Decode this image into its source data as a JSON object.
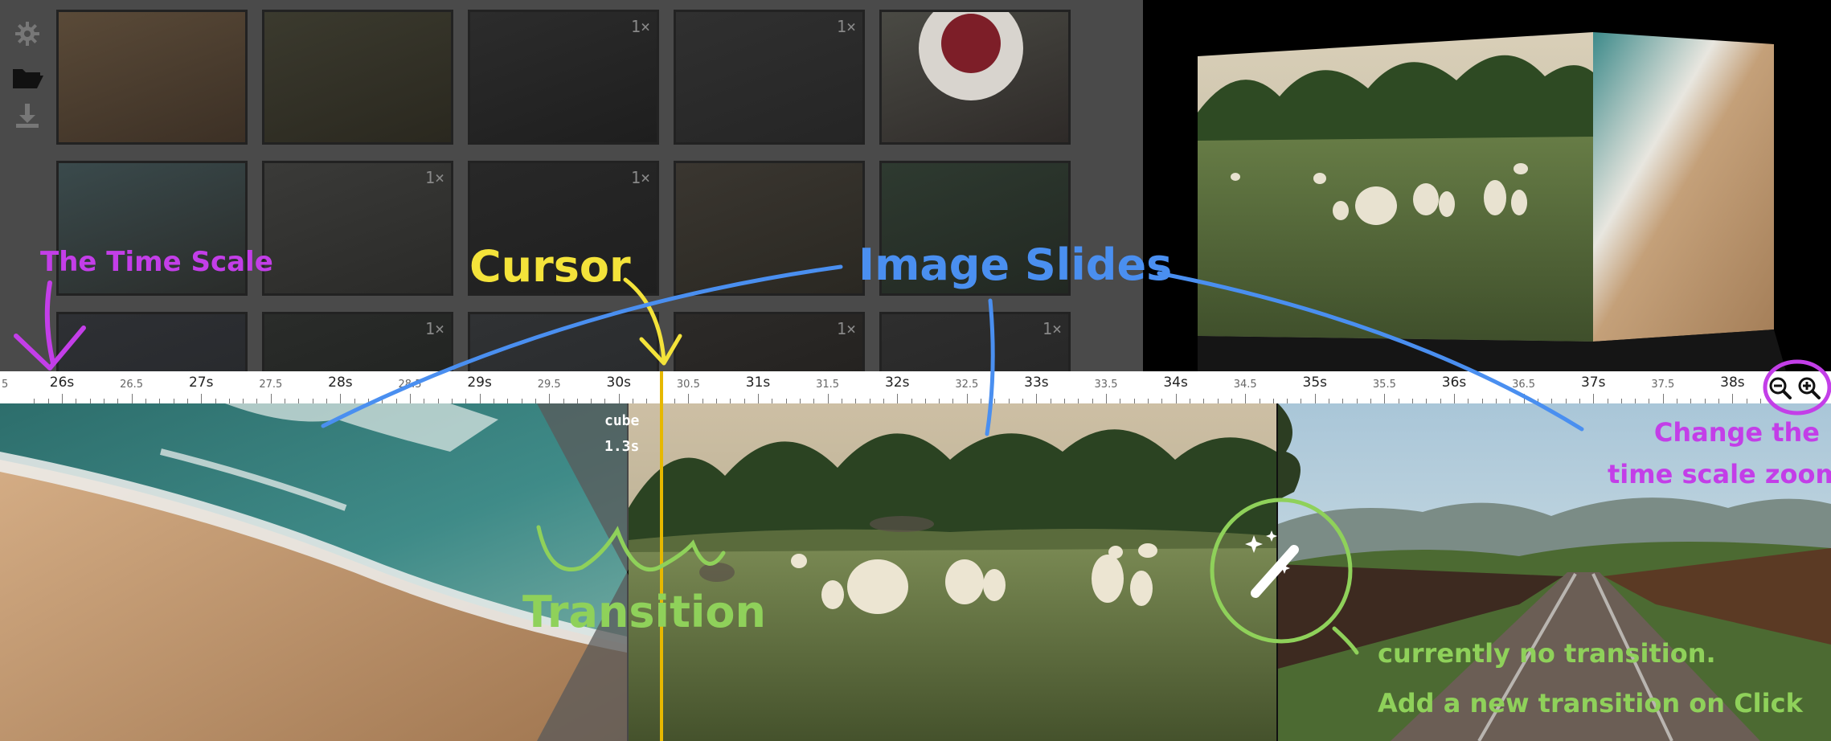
{
  "library": {
    "sidebar": [
      {
        "name": "gear-icon"
      },
      {
        "name": "folder-open-icon"
      },
      {
        "name": "download-icon"
      }
    ],
    "thumbnails": [
      {
        "badge": ""
      },
      {
        "badge": ""
      },
      {
        "badge": "1×"
      },
      {
        "badge": "1×"
      },
      {
        "badge": ""
      },
      {
        "badge": ""
      },
      {
        "badge": "1×"
      },
      {
        "badge": "1×"
      },
      {
        "badge": ""
      },
      {
        "badge": ""
      },
      {
        "badge": ""
      },
      {
        "badge": "1×"
      },
      {
        "badge": ""
      },
      {
        "badge": "1×"
      },
      {
        "badge": "1×"
      }
    ]
  },
  "timeline": {
    "ticks": {
      "edge_label": "5",
      "labels": [
        "26s",
        "26.5",
        "27s",
        "27.5",
        "28s",
        "28.5",
        "29s",
        "29.5",
        "30s",
        "30.5",
        "31s",
        "31.5",
        "32s",
        "32.5",
        "33s",
        "33.5",
        "34s",
        "34.5",
        "35s",
        "35.5",
        "36s",
        "36.5",
        "37s",
        "37.5",
        "38s"
      ]
    },
    "transition": {
      "name": "cube",
      "duration": "1.3s"
    }
  },
  "annotations": {
    "time_scale": "The Time Scale",
    "cursor": "Cursor",
    "image_slides": "Image Slides",
    "transition": "Transition",
    "zoom_line1": "Change the",
    "zoom_line2": "time scale zoom",
    "no_transition_line1": "currently no transition.",
    "no_transition_line2": "Add a new transition on Click"
  },
  "colors": {
    "purple": "#c33ee8",
    "yellow": "#f4e33a",
    "blue": "#4a8ff0",
    "green": "#8fd15a",
    "cursor": "#e6b800"
  }
}
